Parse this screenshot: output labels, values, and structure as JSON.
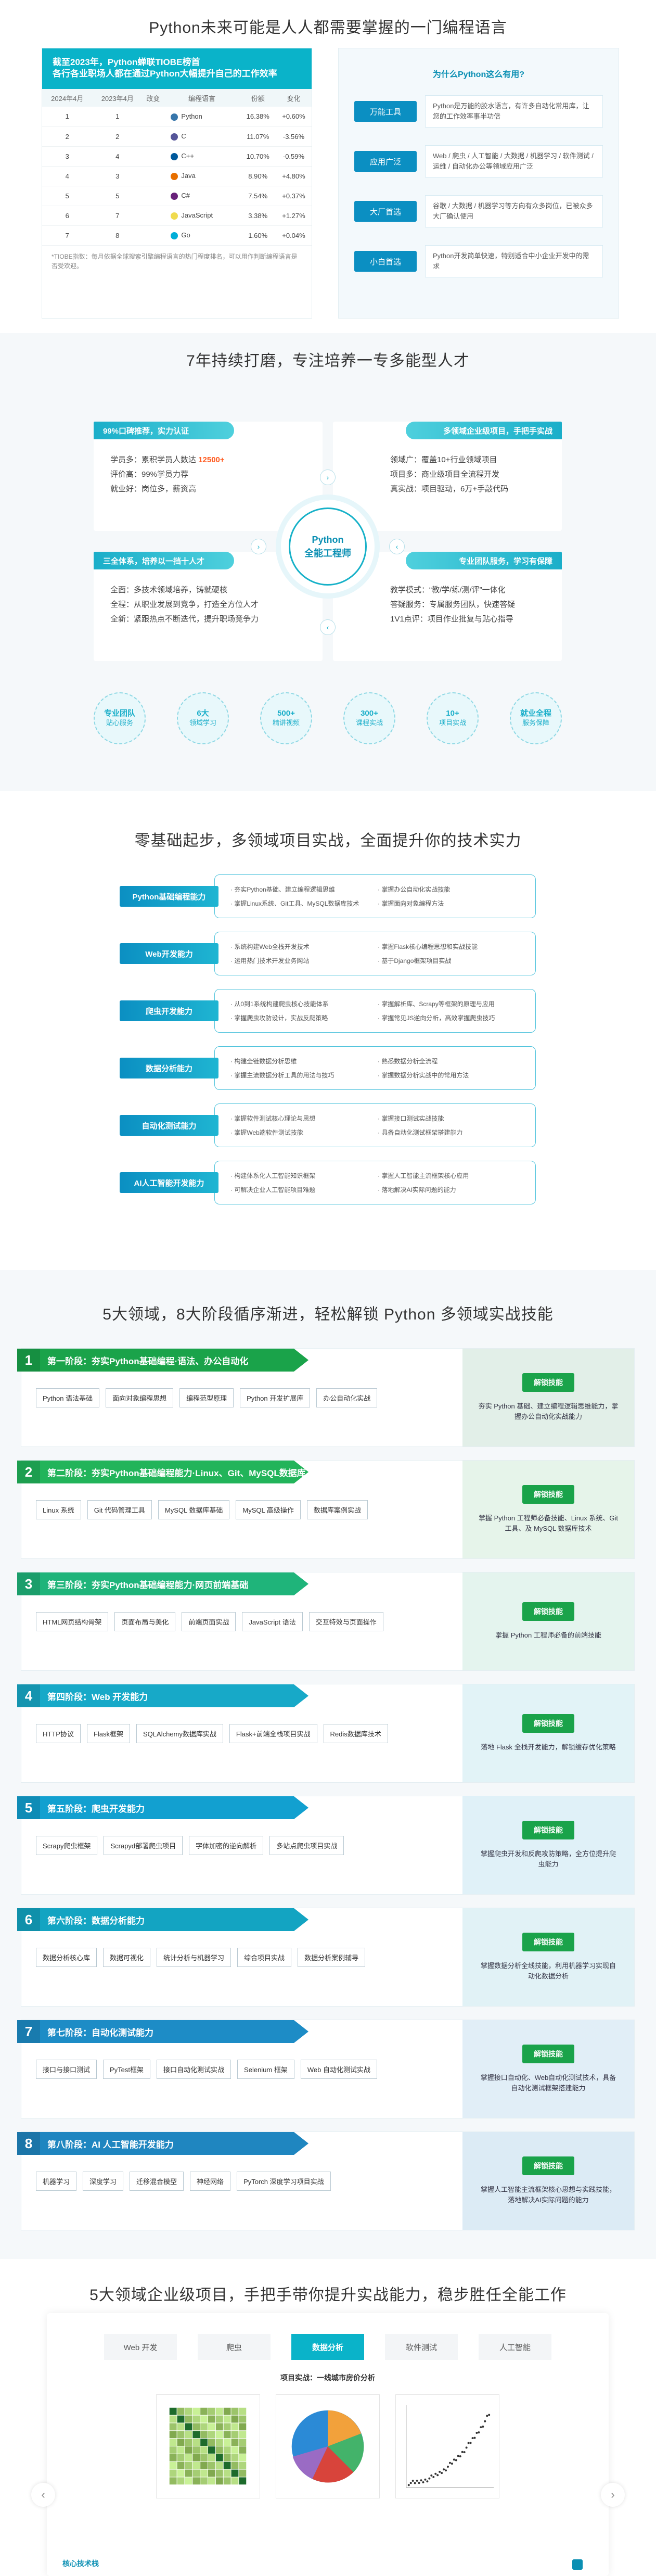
{
  "s1": {
    "title": "Python未来可能是人人都需要掌握的一门编程语言",
    "rank_head_line1": "截至2023年，Python蝉联TIOBE榜首",
    "rank_head_line2": "各行各业职场人都在通过Python大幅提升自己的工作效率",
    "table_headers": [
      "2024年4月",
      "2023年4月",
      "改变",
      "编程语言",
      "份额",
      "变化"
    ],
    "rows": [
      {
        "cur": "1",
        "prev": "1",
        "lang": "Python",
        "share": "16.38%",
        "delta": "+0.60%",
        "color": "#3776ab"
      },
      {
        "cur": "2",
        "prev": "2",
        "lang": "C",
        "share": "11.07%",
        "delta": "-3.56%",
        "color": "#555599"
      },
      {
        "cur": "3",
        "prev": "4",
        "lang": "C++",
        "share": "10.70%",
        "delta": "-0.59%",
        "color": "#00599c"
      },
      {
        "cur": "4",
        "prev": "3",
        "lang": "Java",
        "share": "8.90%",
        "delta": "+4.80%",
        "color": "#e76f00"
      },
      {
        "cur": "5",
        "prev": "5",
        "lang": "C#",
        "share": "7.54%",
        "delta": "+0.37%",
        "color": "#68217a"
      },
      {
        "cur": "6",
        "prev": "7",
        "lang": "JavaScript",
        "share": "3.38%",
        "delta": "+1.27%",
        "color": "#f0db4f"
      },
      {
        "cur": "7",
        "prev": "8",
        "lang": "Go",
        "share": "1.60%",
        "delta": "+0.04%",
        "color": "#00add8"
      }
    ],
    "foot": "*TIOBE指数：每月依据全球搜索引擎编程语言的热门程度排名，可以用作判断编程语言是否受欢迎。",
    "why_title": "为什么Python这么有用?",
    "why": [
      {
        "tag": "万能工具",
        "text": "Python是万能的胶水语言，有许多自动化常用库，让您的工作效率事半功倍"
      },
      {
        "tag": "应用广泛",
        "text": "Web / 爬虫 / 人工智能 / 大数据 / 机器学习 / 软件测试 / 运维 / 自动化办公等领域应用广泛"
      },
      {
        "tag": "大厂首选",
        "text": "谷歌 / 大数据 / 机器学习等方向有众多岗位，已被众多大厂确认使用"
      },
      {
        "tag": "小白首选",
        "text": "Python开发简单快速，特别适合中小企业开发中的需求"
      }
    ]
  },
  "s2": {
    "title": "7年持续打磨，专注培养一专多能型人才",
    "cards": [
      {
        "head": "99%口碑推荐，实力认证",
        "lines": [
          "学员多：累积学员人数达 12500+",
          "评价高：99%学员力荐",
          "就业好：岗位多，薪资高"
        ]
      },
      {
        "head": "多领域企业级项目，手把手实战",
        "lines": [
          "领域广：覆盖10+行业领域项目",
          "项目多：商业级项目全流程开发",
          "真实战：项目驱动，6万+手敲代码"
        ]
      },
      {
        "head": "三全体系，培养以一挡十人才",
        "lines": [
          "全面：多技术领域培养，铸就硬核",
          "全程：从职业发展到竞争，打造全方位人才",
          "全新：紧跟热点不断迭代，提升职场竞争力"
        ]
      },
      {
        "head": "专业团队服务，学习有保障",
        "lines": [
          "教学模式：“教/学/练/测/评”一体化",
          "答疑服务：专属服务团队，快速答疑",
          "1V1点评：项目作业批复与贴心指导"
        ]
      }
    ],
    "center_line1": "Python",
    "center_line2": "全能工程师",
    "badges": [
      {
        "top": "专业团队",
        "bottom": "贴心服务"
      },
      {
        "top": "6大",
        "bottom": "领域学习"
      },
      {
        "top": "500+",
        "bottom": "精讲视频"
      },
      {
        "top": "300+",
        "bottom": "课程实战"
      },
      {
        "top": "10+",
        "bottom": "项目实战"
      },
      {
        "top": "就业全程",
        "bottom": "服务保障"
      }
    ]
  },
  "s3": {
    "title": "零基础起步，多领域项目实战，全面提升你的技术实力",
    "rows": [
      {
        "tag": "Python基础编程能力",
        "items": [
          "夯实Python基础、建立编程逻辑思维",
          "掌握办公自动化实战技能",
          "掌握Linux系统、Git工具、MySQL数据库技术",
          "掌握面向对象编程方法"
        ]
      },
      {
        "tag": "Web开发能力",
        "items": [
          "系统构建Web全栈开发技术",
          "掌握Flask核心编程思想和实战技能",
          "运用热门技术开发业务网站",
          "基于Django框架项目实战"
        ]
      },
      {
        "tag": "爬虫开发能力",
        "items": [
          "从0到1系统构建爬虫核心技能体系",
          "掌握解析库、Scrapy等框架的原理与应用",
          "掌握爬虫攻防设计，实战反爬策略",
          "掌握常见JS逆向分析，高效掌握爬虫技巧"
        ]
      },
      {
        "tag": "数据分析能力",
        "items": [
          "构建全链数据分析思维",
          "熟悉数据分析全流程",
          "掌握主流数据分析工具的用法与技巧",
          "掌握数据分析实战中的常用方法"
        ]
      },
      {
        "tag": "自动化测试能力",
        "items": [
          "掌握软件测试核心理论与思想",
          "掌握接口测试实战技能",
          "掌握Web端软件测试技能",
          "具备自动化测试框架搭建能力"
        ]
      },
      {
        "tag": "AI人工智能开发能力",
        "items": [
          "构建体系化人工智能知识框架",
          "掌握人工智能主流框架核心应用",
          "可解决企业人工智能项目难题",
          "落地解决AI实际问题的能力"
        ]
      }
    ]
  },
  "s4": {
    "title": "5大领域，8大阶段循序渐进，轻松解锁 Python 多领域实战技能",
    "unlock": "解锁技能",
    "stages": [
      {
        "num": "1",
        "title": "第一阶段：夯实Python基础编程·语法、办公自动化",
        "items": [
          "Python 语法基础",
          "面向对象编程思想",
          "编程范型原理",
          "Python 开发扩展库",
          "办公自动化实战"
        ],
        "desc": "夯实 Python 基础、建立编程逻辑思维能力，掌握办公自动化实战能力",
        "color": "#1aa34a",
        "bg": "#e2efe8"
      },
      {
        "num": "2",
        "title": "第二阶段：夯实Python基础编程能力·Linux、Git、MySQL数据库",
        "items": [
          "Linux 系统",
          "Git 代码管理工具",
          "MySQL 数据库基础",
          "MySQL 高级操作",
          "数据库案例实战"
        ],
        "desc": "掌握 Python 工程师必备技能、Linux 系统、Git 工具、及 MySQL 数据库技术",
        "color": "#22b45a",
        "bg": "#e6f4ea"
      },
      {
        "num": "3",
        "title": "第三阶段：夯实Python基础编程能力·网页前端基础",
        "items": [
          "HTML网页结构骨架",
          "页面布局与美化",
          "前端页面实战",
          "JavaScript 语法",
          "交互特效与页面操作"
        ],
        "desc": "掌握 Python 工程师必备的前端技能",
        "color": "#1fb47a",
        "bg": "#e4f4ee"
      },
      {
        "num": "4",
        "title": "第四阶段：Web 开发能力",
        "items": [
          "HTTP协议",
          "Flask框架",
          "SQLAlchemy数据库实战",
          "Flask+前端全栈项目实战",
          "Redis数据库技术"
        ],
        "desc": "落地 Flask 全栈开发能力，解锁缓存优化策略",
        "color": "#17a9c8",
        "bg": "#e2f3f7"
      },
      {
        "num": "5",
        "title": "第五阶段：爬虫开发能力",
        "items": [
          "Scrapy爬虫框架",
          "Scrapyd部署爬虫项目",
          "字体加密的逆向解析",
          "多站点爬虫项目实战"
        ],
        "desc": "掌握爬虫开发和反爬攻防策略，全方位提升爬虫能力",
        "color": "#12a0d0",
        "bg": "#e0f1f8"
      },
      {
        "num": "6",
        "title": "第六阶段：数据分析能力",
        "items": [
          "数据分析核心库",
          "数据可视化",
          "统计分析与机器学习",
          "综合项目实战",
          "数据分析案例辅导"
        ],
        "desc": "掌握数据分析全线技能，利用机器学习实现自动化数据分析",
        "color": "#13a4c2",
        "bg": "#e1f2f6"
      },
      {
        "num": "7",
        "title": "第七阶段：自动化测试能力",
        "items": [
          "接口与接口测试",
          "PyTest框架",
          "接口自动化测试实战",
          "Selenium 框架",
          "Web 自动化测试实战"
        ],
        "desc": "掌握接口自动化、Web自动化测试技术，具备自动化测试框架搭建能力",
        "color": "#1d8cc6",
        "bg": "#e1eef7"
      },
      {
        "num": "8",
        "title": "第八阶段：AI 人工智能开发能力",
        "items": [
          "机器学习",
          "深度学习",
          "迁移混合模型",
          "神经网络",
          "PyTorch 深度学习项目实战"
        ],
        "desc": "掌握人工智能主流框架核心思想与实践技能，落地解决AI实际问题的能力",
        "color": "#1f86c0",
        "bg": "#dcebf5"
      }
    ]
  },
  "s5": {
    "title": "5大领域企业级项目，手把手带你提升实战能力，稳步胜任全能工作",
    "tabs": [
      "Web 开发",
      "爬虫",
      "数据分析",
      "软件测试",
      "人工智能"
    ],
    "active_tab": 2,
    "project": "项目实战：一线城市房价分析",
    "foot": "核心技术栈"
  }
}
